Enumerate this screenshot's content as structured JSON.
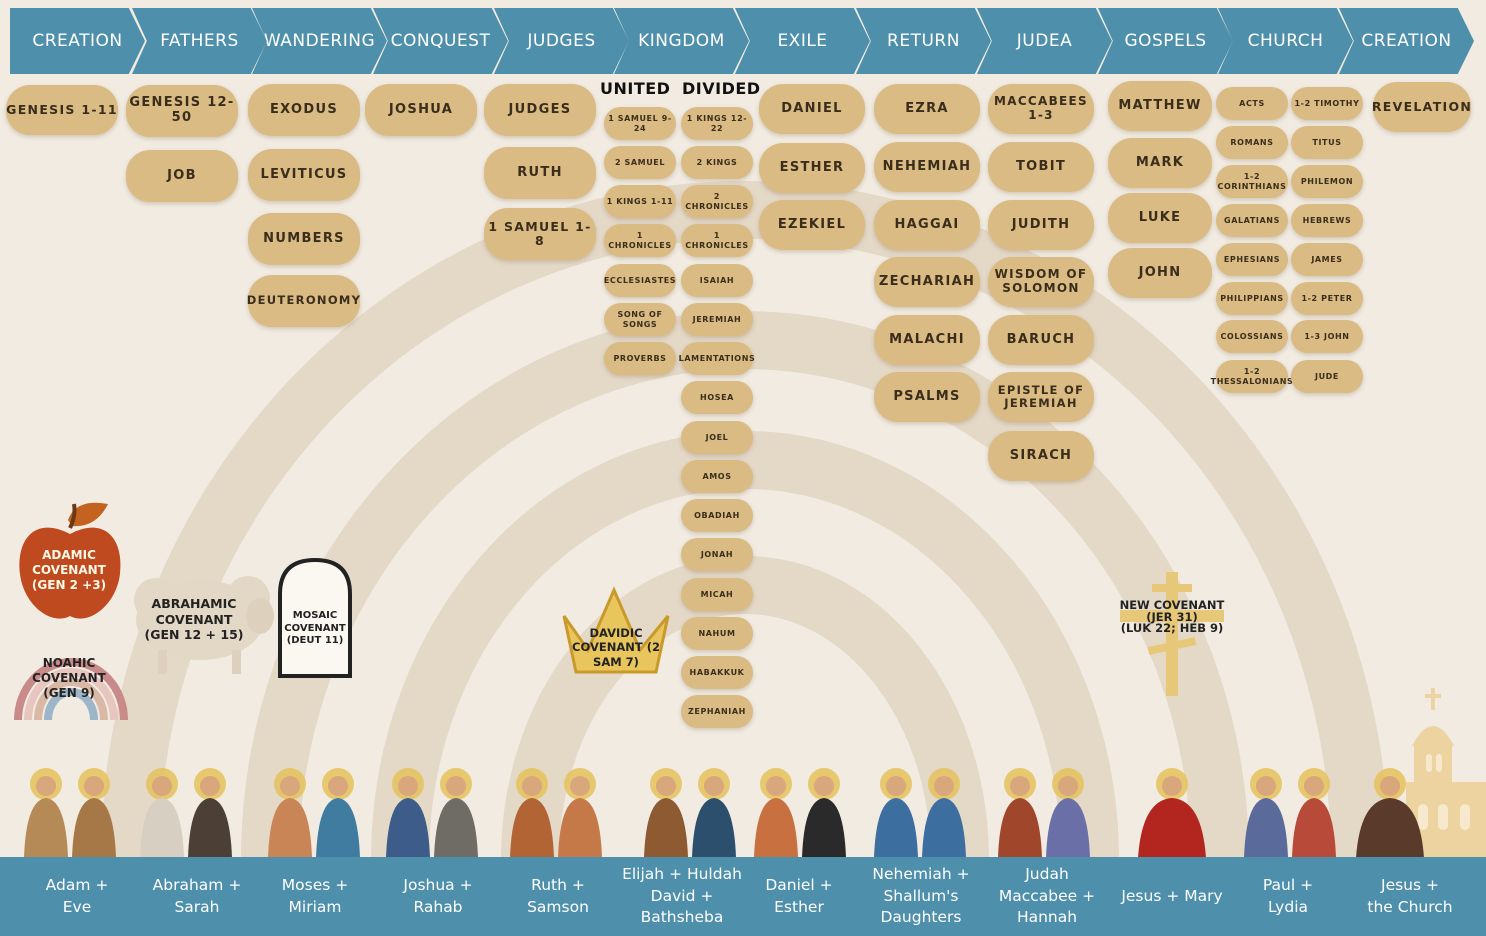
{
  "eras": [
    "CREATION",
    "FATHERS",
    "WANDERING",
    "CONQUEST",
    "JUDGES",
    "KINGDOM",
    "EXILE",
    "RETURN",
    "JUDEA",
    "GOSPELS",
    "CHURCH",
    "CREATION"
  ],
  "kingdom_headers": {
    "united": "UNITED",
    "divided": "DIVIDED"
  },
  "books": {
    "creation": [
      "GENESIS 1-11"
    ],
    "fathers": [
      "GENESIS 12-50",
      "JOB"
    ],
    "wandering": [
      "EXODUS",
      "LEVITICUS",
      "NUMBERS",
      "DEUTERONOMY"
    ],
    "conquest": [
      "JOSHUA"
    ],
    "judges": [
      "JUDGES",
      "RUTH",
      "1 SAMUEL 1-8"
    ],
    "united": [
      "1 SAMUEL 9-24",
      "2 SAMUEL",
      "1 KINGS 1-11",
      "1 CHRONICLES",
      "ECCLESIASTES",
      "SONG OF SONGS",
      "PROVERBS"
    ],
    "divided": [
      "1 KINGS 12-22",
      "2 KINGS",
      "2 CHRONICLES",
      "1 CHRONICLES",
      "ISAIAH",
      "JEREMIAH",
      "LAMENTATIONS",
      "HOSEA",
      "JOEL",
      "AMOS",
      "OBADIAH",
      "JONAH",
      "MICAH",
      "NAHUM",
      "HABAKKUK",
      "ZEPHANIAH"
    ],
    "exile": [
      "DANIEL",
      "ESTHER",
      "EZEKIEL"
    ],
    "return": [
      "EZRA",
      "NEHEMIAH",
      "HAGGAI",
      "ZECHARIAH",
      "MALACHI",
      "PSALMS"
    ],
    "judea": [
      "MACCABEES 1-3",
      "TOBIT",
      "JUDITH",
      "WISDOM OF SOLOMON",
      "BARUCH",
      "EPISTLE OF JEREMIAH",
      "SIRACH"
    ],
    "gospels": [
      "MATTHEW",
      "MARK",
      "LUKE",
      "JOHN"
    ],
    "church_a": [
      "ACTS",
      "ROMANS",
      "1-2 CORINTHIANS",
      "GALATIANS",
      "EPHESIANS",
      "PHILIPPIANS",
      "COLOSSIANS",
      "1-2 THESSALONIANS"
    ],
    "church_b": [
      "1-2 TIMOTHY",
      "TITUS",
      "PHILEMON",
      "HEBREWS",
      "JAMES",
      "1-2 PETER",
      "1-3 JOHN",
      "JUDE"
    ],
    "final": [
      "REVELATION"
    ]
  },
  "covenants": {
    "adamic": "ADAMIC COVENANT (GEN 2 +3)",
    "noahic": "NOAHIC COVENANT (GEN 9)",
    "abrahamic": "ABRAHAMIC COVENANT (GEN 12 + 15)",
    "mosaic": "MOSAIC COVENANT (DEUT 11)",
    "davidic": "DAVIDIC COVENANT (2 SAM 7)",
    "new_line1": "NEW COVENANT",
    "new_line2": "(JER 31)",
    "new_line3": "(LUK 22; HEB 9)"
  },
  "people": [
    "Adam +\nEve",
    "Abraham +\nSarah",
    "Moses +\nMiriam",
    "Joshua +\nRahab",
    "Ruth +\nSamson",
    "Elijah + Huldah\nDavid +\nBathsheba",
    "Daniel +\nEsther",
    "Nehemiah +\nShallum's\nDaughters",
    "Judah\nMaccabee +\nHannah",
    "Jesus + Mary",
    "Paul +\nLydia",
    "Jesus +\nthe Church"
  ],
  "colors": {
    "banner": "#4e8fab",
    "pill": "#d9bb83",
    "background": "#f1ebe2",
    "arc": "#e3d6c5",
    "apple": "#bf4a1f",
    "crown": "#e9c55e"
  }
}
